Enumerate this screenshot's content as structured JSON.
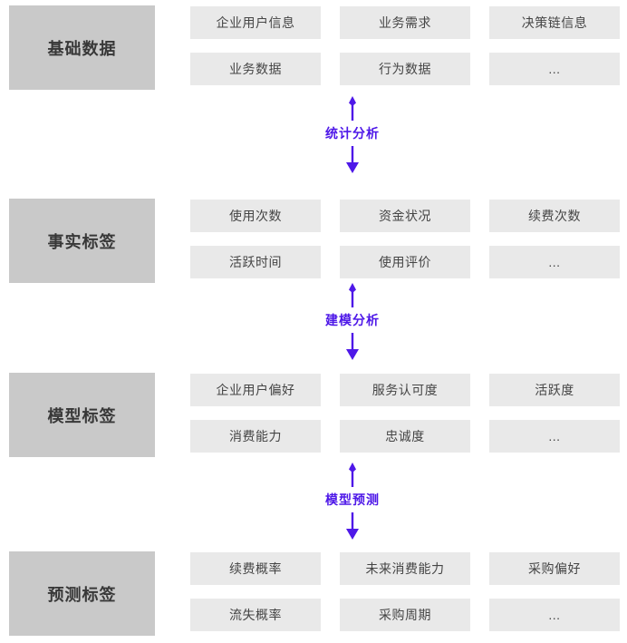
{
  "colors": {
    "accent": "#4e18e8",
    "tier_box": "#c9c9c9",
    "item_box": "#e9e9e9",
    "tier_text": "#383838",
    "item_text": "#454545"
  },
  "diagram": {
    "sections": [
      {
        "label": "基础数据",
        "items": [
          "企业用户信息",
          "业务需求",
          "决策链信息",
          "业务数据",
          "行为数据",
          "..."
        ]
      },
      {
        "label": "事实标签",
        "items": [
          "使用次数",
          "资金状况",
          "续费次数",
          "活跃时间",
          "使用评价",
          "..."
        ]
      },
      {
        "label": "模型标签",
        "items": [
          "企业用户偏好",
          "服务认可度",
          "活跃度",
          "消费能力",
          "忠诚度",
          "..."
        ]
      },
      {
        "label": "预测标签",
        "items": [
          "续费概率",
          "未来消费能力",
          "采购偏好",
          "流失概率",
          "采购周期",
          "..."
        ]
      }
    ],
    "connectors": [
      "统计分析",
      "建模分析",
      "模型预测"
    ]
  }
}
